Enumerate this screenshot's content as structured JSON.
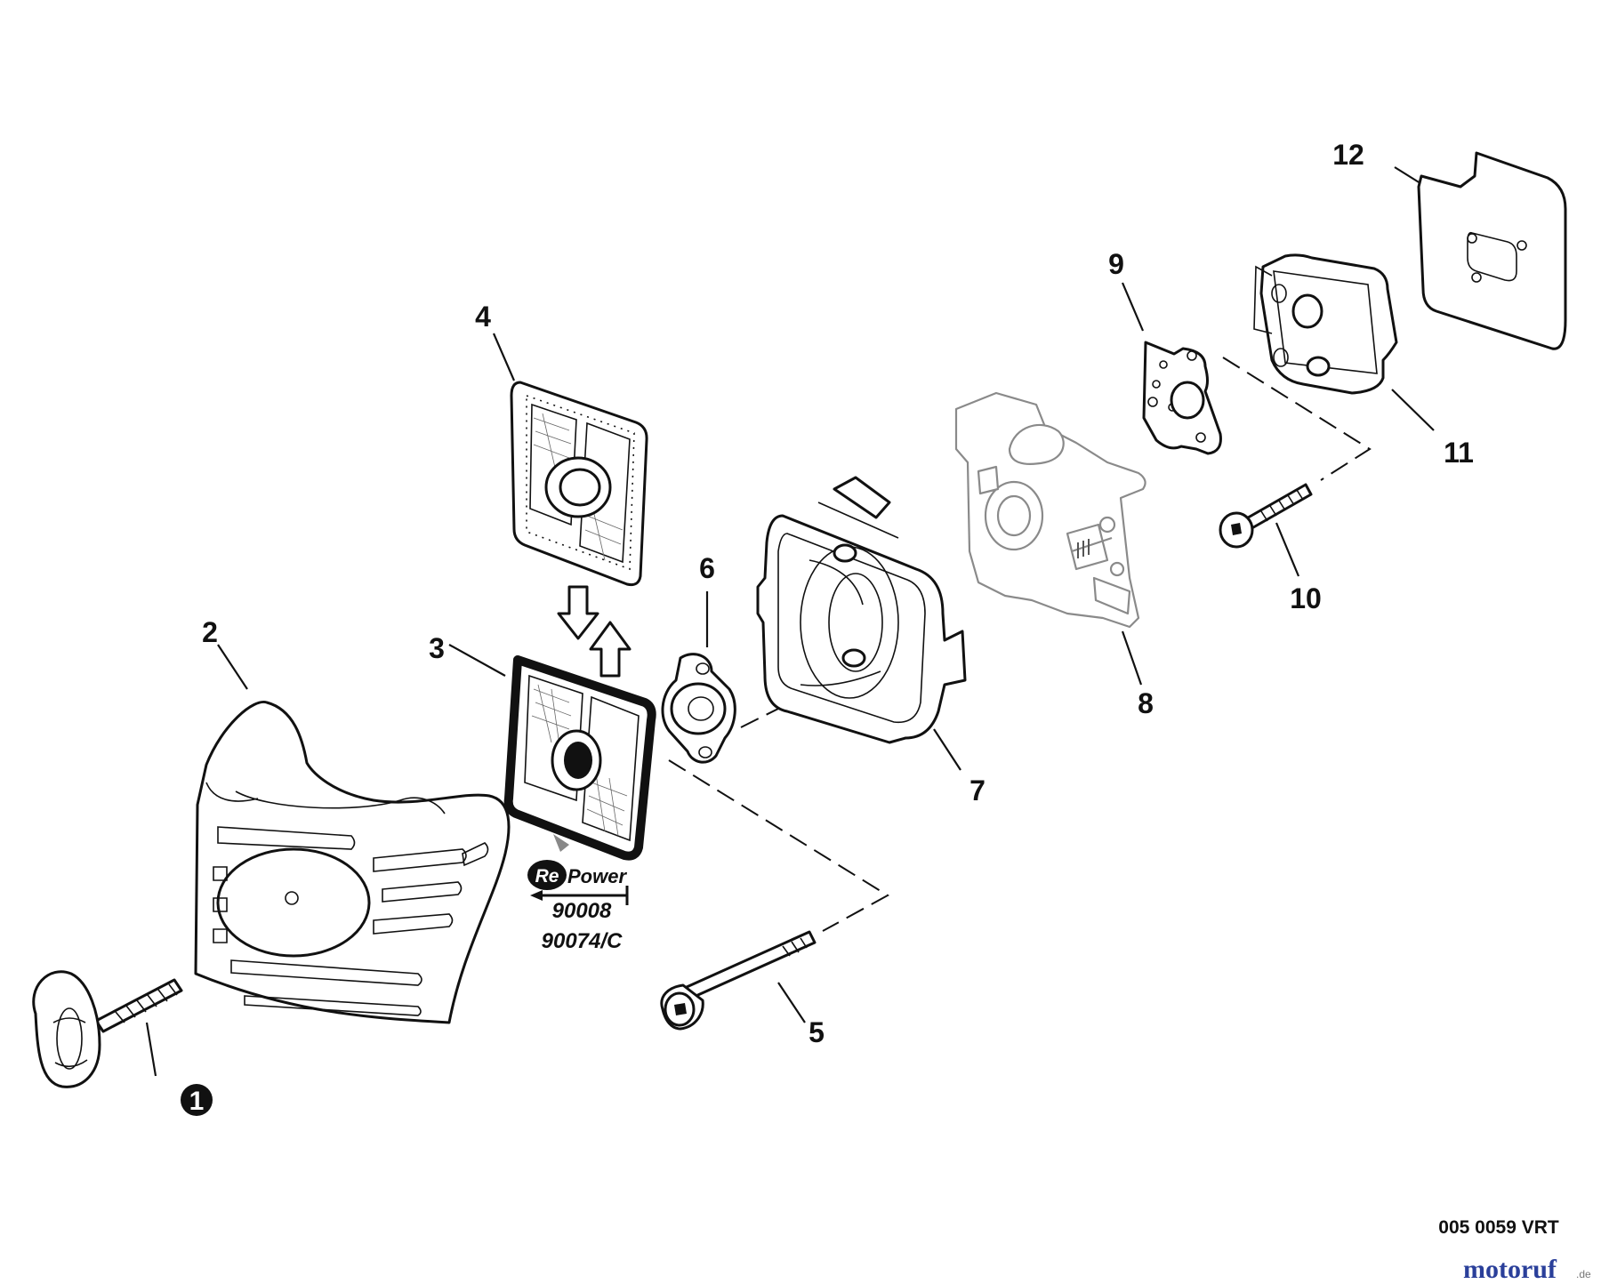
{
  "diagram": {
    "callouts": [
      "1",
      "2",
      "3",
      "4",
      "5",
      "6",
      "7",
      "8",
      "9",
      "10",
      "11",
      "12"
    ],
    "kit_logo": {
      "re": "Re",
      "power": "Power"
    },
    "kit_numbers": [
      "90008",
      "90074/C"
    ],
    "drawing_code": "005 0059 VRT",
    "watermark": {
      "main": "motoruf",
      "suffix": ".de"
    },
    "colors": {
      "ink": "#111111",
      "carburetor_ink": "#8a8a8a",
      "watermark_blue": "#2a3f9a",
      "watermark_orange": "#e07a1f"
    }
  }
}
